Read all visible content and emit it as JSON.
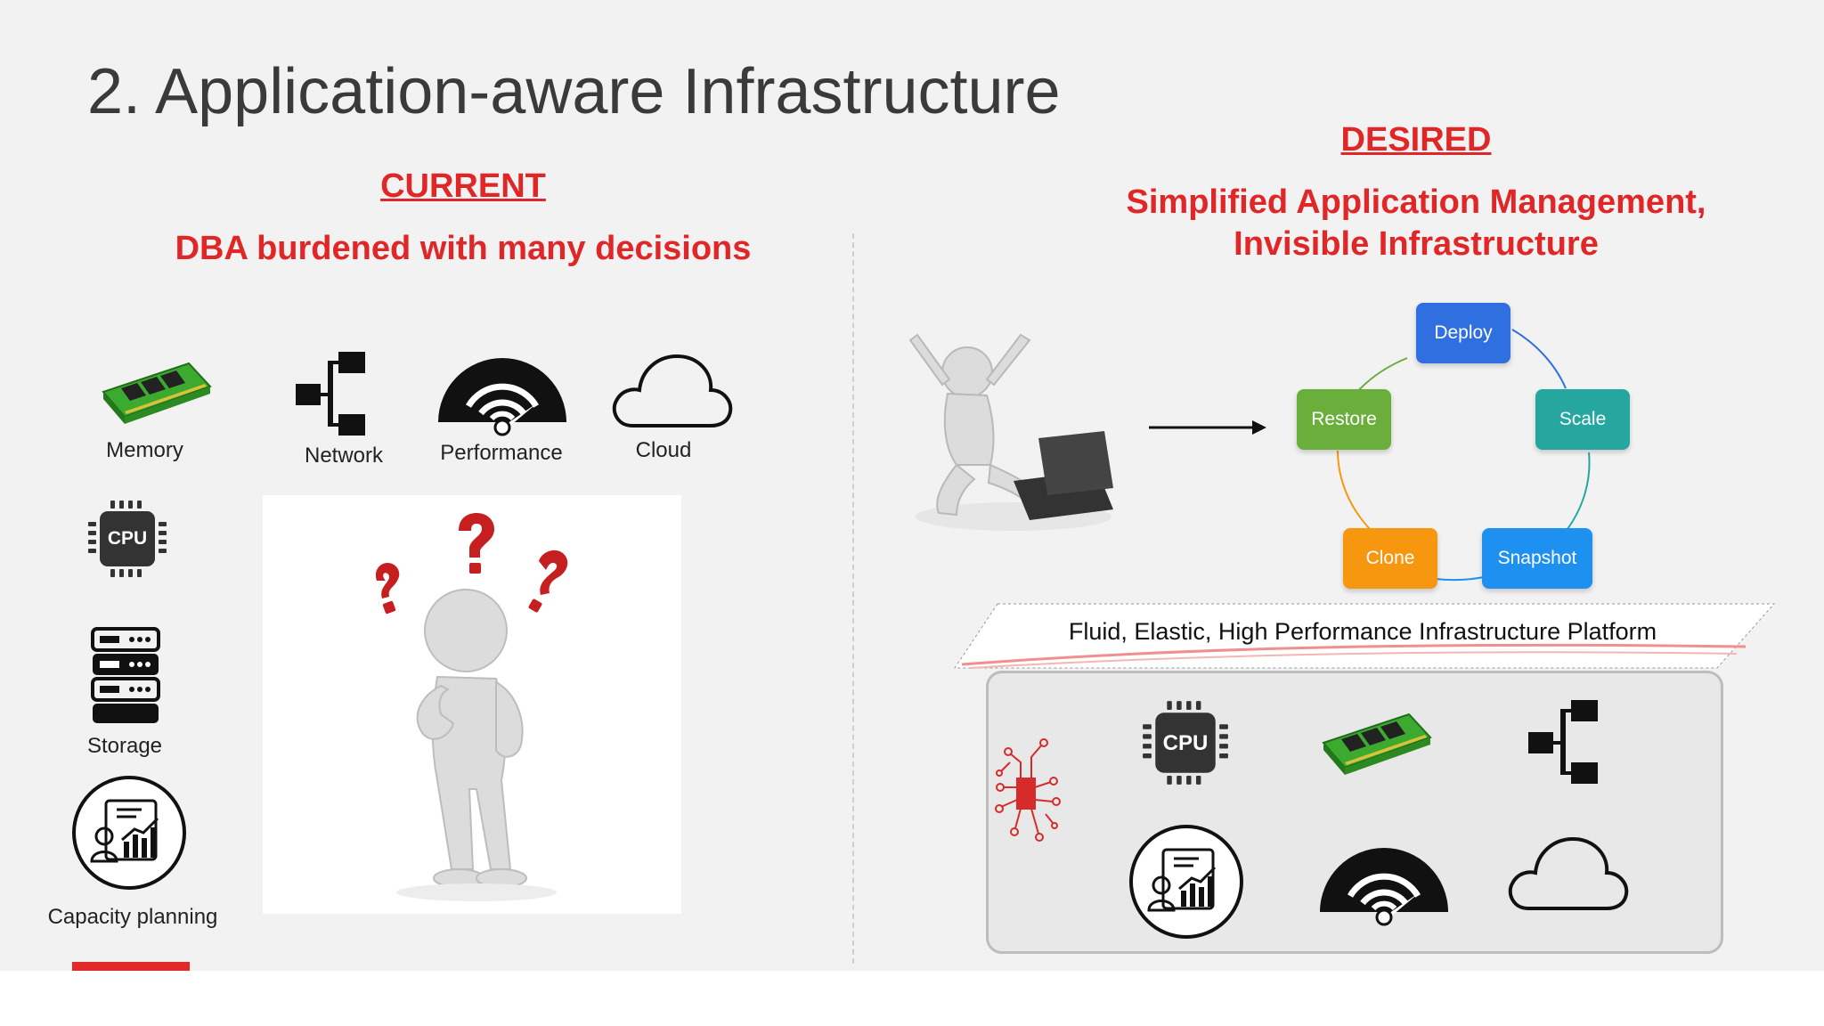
{
  "slide": {
    "title": "2. Application-aware Infrastructure"
  },
  "current": {
    "heading": "CURRENT",
    "subheading": "DBA burdened with many decisions",
    "icons": {
      "memory": "Memory",
      "network": "Network",
      "performance": "Performance",
      "cloud": "Cloud",
      "cpu_chip": "CPU",
      "storage": "Storage",
      "capacity": "Capacity planning"
    }
  },
  "desired": {
    "heading": "DESIRED",
    "subheading_line1": "Simplified Application Management,",
    "subheading_line2": "Invisible Infrastructure",
    "cycle": {
      "deploy": "Deploy",
      "scale": "Scale",
      "snapshot": "Snapshot",
      "clone": "Clone",
      "restore": "Restore"
    },
    "platform_label": "Fluid, Elastic, High Performance Infrastructure Platform",
    "cpu_chip": "CPU"
  },
  "colors": {
    "accent_red": "#e02626",
    "deploy": "#2f6fe0",
    "scale": "#25a7a0",
    "snapshot": "#1e90f0",
    "clone": "#f7960f",
    "restore": "#6aae3c"
  }
}
